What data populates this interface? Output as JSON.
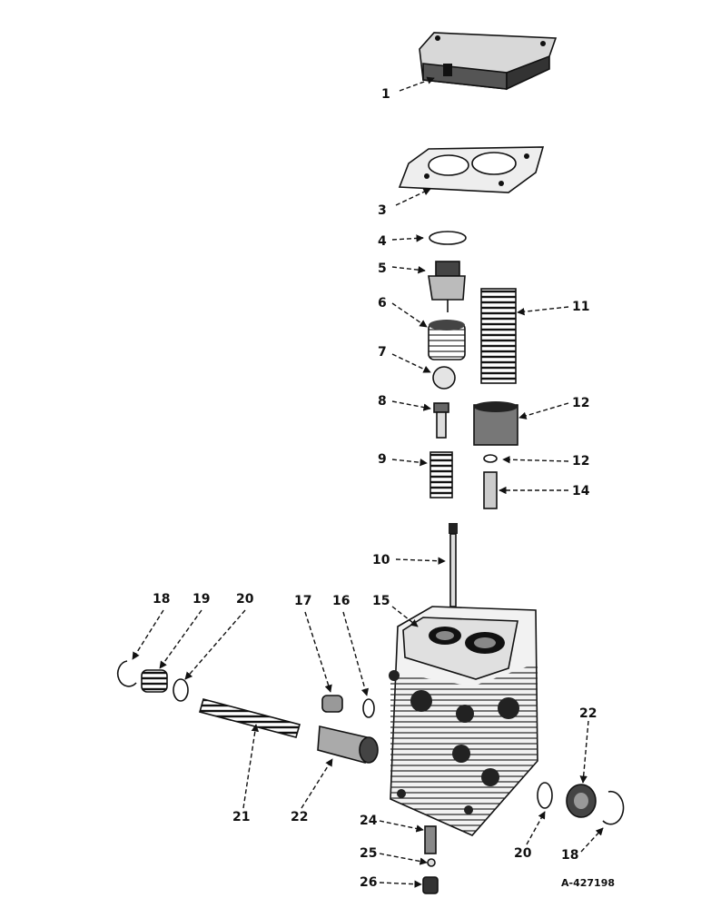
{
  "figure": {
    "reference_number": "A-427198",
    "callouts": [
      "1",
      "3",
      "4",
      "5",
      "6",
      "7",
      "8",
      "9",
      "10",
      "11",
      "12",
      "12",
      "14",
      "15",
      "16",
      "17",
      "18",
      "19",
      "20",
      "21",
      "22",
      "22",
      "18",
      "20",
      "24",
      "25",
      "26"
    ]
  }
}
